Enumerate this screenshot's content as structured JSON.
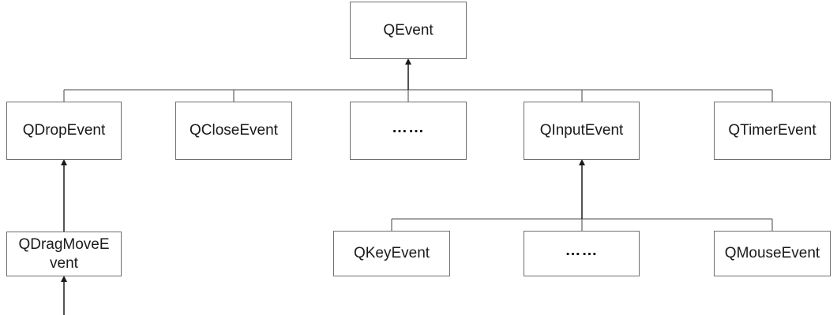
{
  "nodes": {
    "qevent": "QEvent",
    "qdropevent": "QDropEvent",
    "qcloseevent": "QCloseEvent",
    "ellipsis_1": "……",
    "qinputevent": "QInputEvent",
    "qtimerevent": "QTimerEvent",
    "qdragmoveevent_line1": "QDragMoveE",
    "qdragmoveevent_line2": "vent",
    "qkeyevent": "QKeyEvent",
    "ellipsis_2": "……",
    "qmouseevent": "QMouseEvent"
  },
  "colors": {
    "line": "#1a1a1a",
    "border": "#6e6e6e",
    "text": "#1a1a1a"
  }
}
